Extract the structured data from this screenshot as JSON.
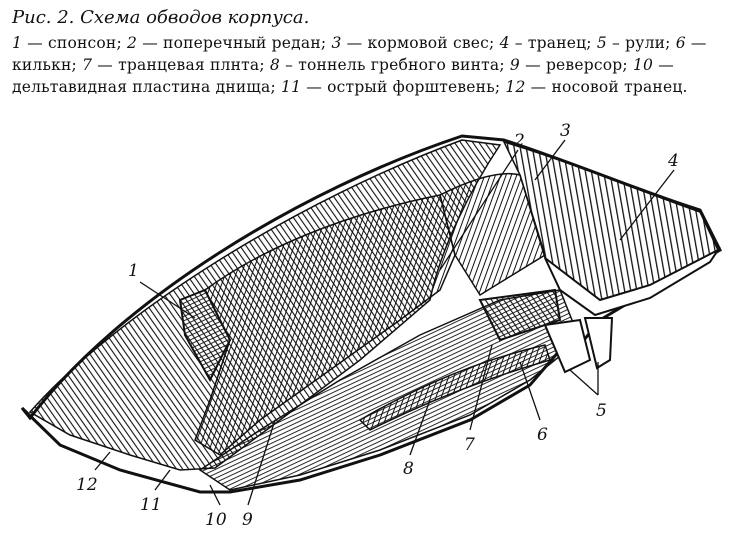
{
  "figure": {
    "title": "Рис. 2. Схема обводов корпуса.",
    "legend": [
      {
        "num": "1",
        "text": "спонсон"
      },
      {
        "num": "2",
        "text": "поперечный редан"
      },
      {
        "num": "3",
        "text": "кормовой свес"
      },
      {
        "num": "4",
        "text": "транец"
      },
      {
        "num": "5",
        "text": "рули"
      },
      {
        "num": "6",
        "text": "килькн"
      },
      {
        "num": "7",
        "text": "транцевая плнта"
      },
      {
        "num": "8",
        "text": "тоннель гребного винта"
      },
      {
        "num": "9",
        "text": "реверсор"
      },
      {
        "num": "10",
        "text": "дельтавидная пластина днища"
      },
      {
        "num": "11",
        "text": "острый форштевень"
      },
      {
        "num": "12",
        "text": "носовой транец"
      }
    ],
    "callouts": [
      "1",
      "2",
      "3",
      "4",
      "5",
      "6",
      "7",
      "8",
      "9",
      "10",
      "11",
      "12"
    ]
  }
}
